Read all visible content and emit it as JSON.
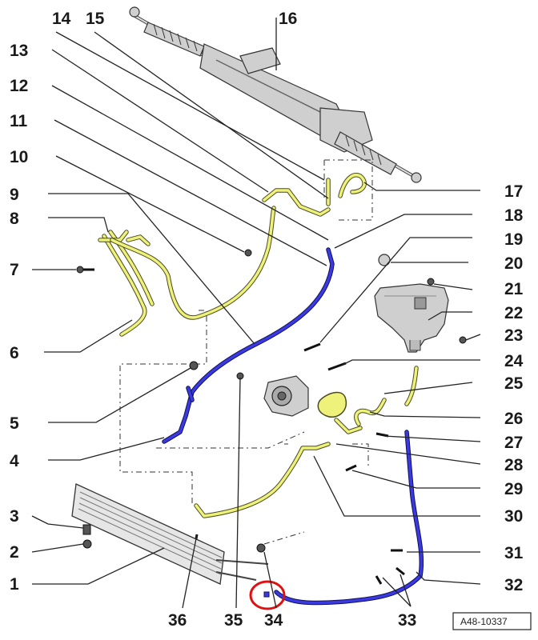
{
  "labels": {
    "n1": "1",
    "n2": "2",
    "n3": "3",
    "n4": "4",
    "n5": "5",
    "n6": "6",
    "n7": "7",
    "n8": "8",
    "n9": "9",
    "n10": "10",
    "n11": "11",
    "n12": "12",
    "n13": "13",
    "n14": "14",
    "n15": "15",
    "n16": "16",
    "n17": "17",
    "n18": "18",
    "n19": "19",
    "n20": "20",
    "n21": "21",
    "n22": "22",
    "n23": "23",
    "n24": "24",
    "n25": "25",
    "n26": "26",
    "n27": "27",
    "n28": "28",
    "n29": "29",
    "n30": "30",
    "n31": "31",
    "n32": "32",
    "n33": "33",
    "n34": "34",
    "n35": "35",
    "n36": "36"
  },
  "reference": "A48-10337",
  "colors": {
    "return_line": "#eef27a",
    "pressure_line": "#3a3ae0",
    "highlight_circle": "#e01010"
  }
}
